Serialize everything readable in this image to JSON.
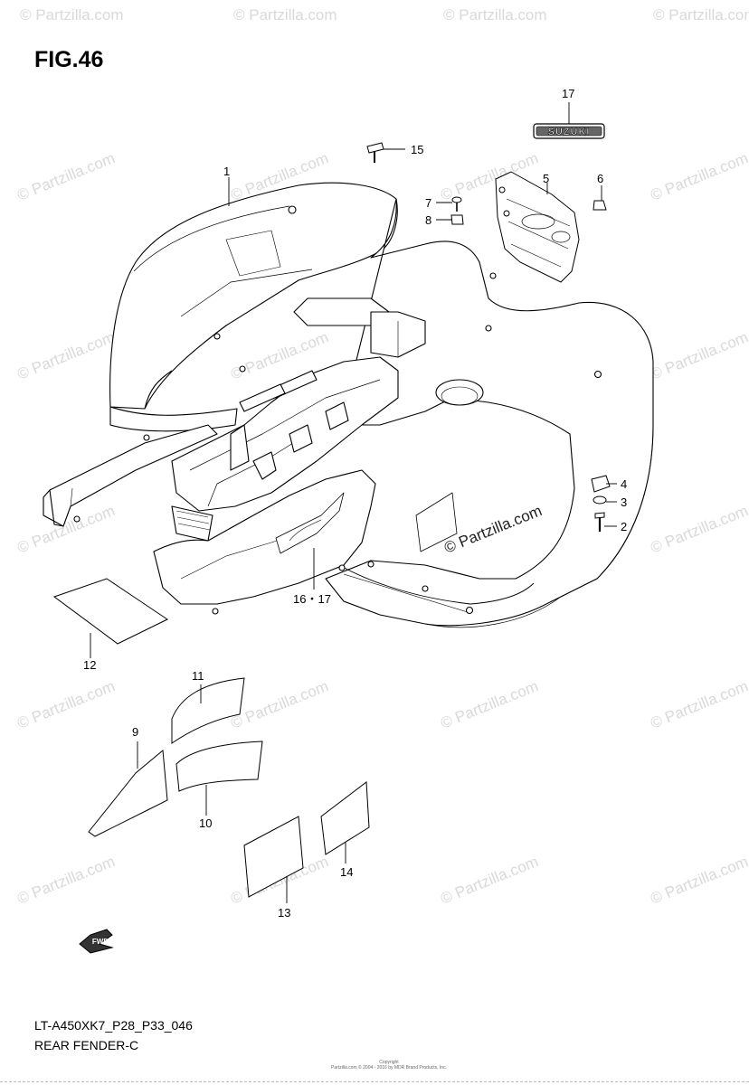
{
  "figure": {
    "title": "FIG.46",
    "model_code": "LT-A450XK7_P28_P33_046",
    "group_name": "REAR FENDER-C"
  },
  "watermark": {
    "text": "© Partzilla.com",
    "main_text": "© Partzilla.com"
  },
  "emblem": {
    "text": "SUZUKI"
  },
  "forward_marker": {
    "text": "FWD"
  },
  "callouts": [
    {
      "id": "c1",
      "label": "1"
    },
    {
      "id": "c2",
      "label": "2"
    },
    {
      "id": "c3",
      "label": "3"
    },
    {
      "id": "c4",
      "label": "4"
    },
    {
      "id": "c5",
      "label": "5"
    },
    {
      "id": "c6",
      "label": "6"
    },
    {
      "id": "c7",
      "label": "7"
    },
    {
      "id": "c8",
      "label": "8"
    },
    {
      "id": "c9",
      "label": "9"
    },
    {
      "id": "c10",
      "label": "10"
    },
    {
      "id": "c11",
      "label": "11"
    },
    {
      "id": "c12",
      "label": "12"
    },
    {
      "id": "c13",
      "label": "13"
    },
    {
      "id": "c14",
      "label": "14"
    },
    {
      "id": "c15",
      "label": "15"
    },
    {
      "id": "c16",
      "label": "16・17"
    },
    {
      "id": "c17",
      "label": "17"
    }
  ],
  "copyright": {
    "line1": "Copyright",
    "line2": "Partzilla.com © 2004 - 2016 by MDR Brand Products, Inc."
  }
}
